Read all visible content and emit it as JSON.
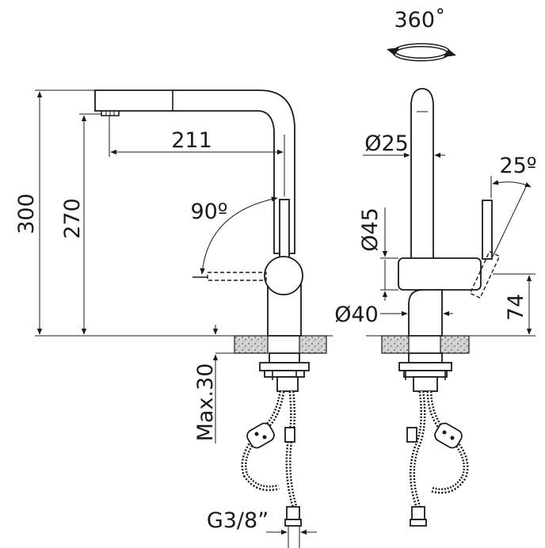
{
  "labels": {
    "rotation": "360˚",
    "height_total": "300",
    "height_spout": "270",
    "reach": "211",
    "spout_angle": "90º",
    "pipe_diameter": "Ø25",
    "lever_angle": "25º",
    "body_diameter": "Ø45",
    "base_diameter": "Ø40",
    "lever_height": "74",
    "max_thickness": "Max.30",
    "thread": "G3/8”"
  }
}
